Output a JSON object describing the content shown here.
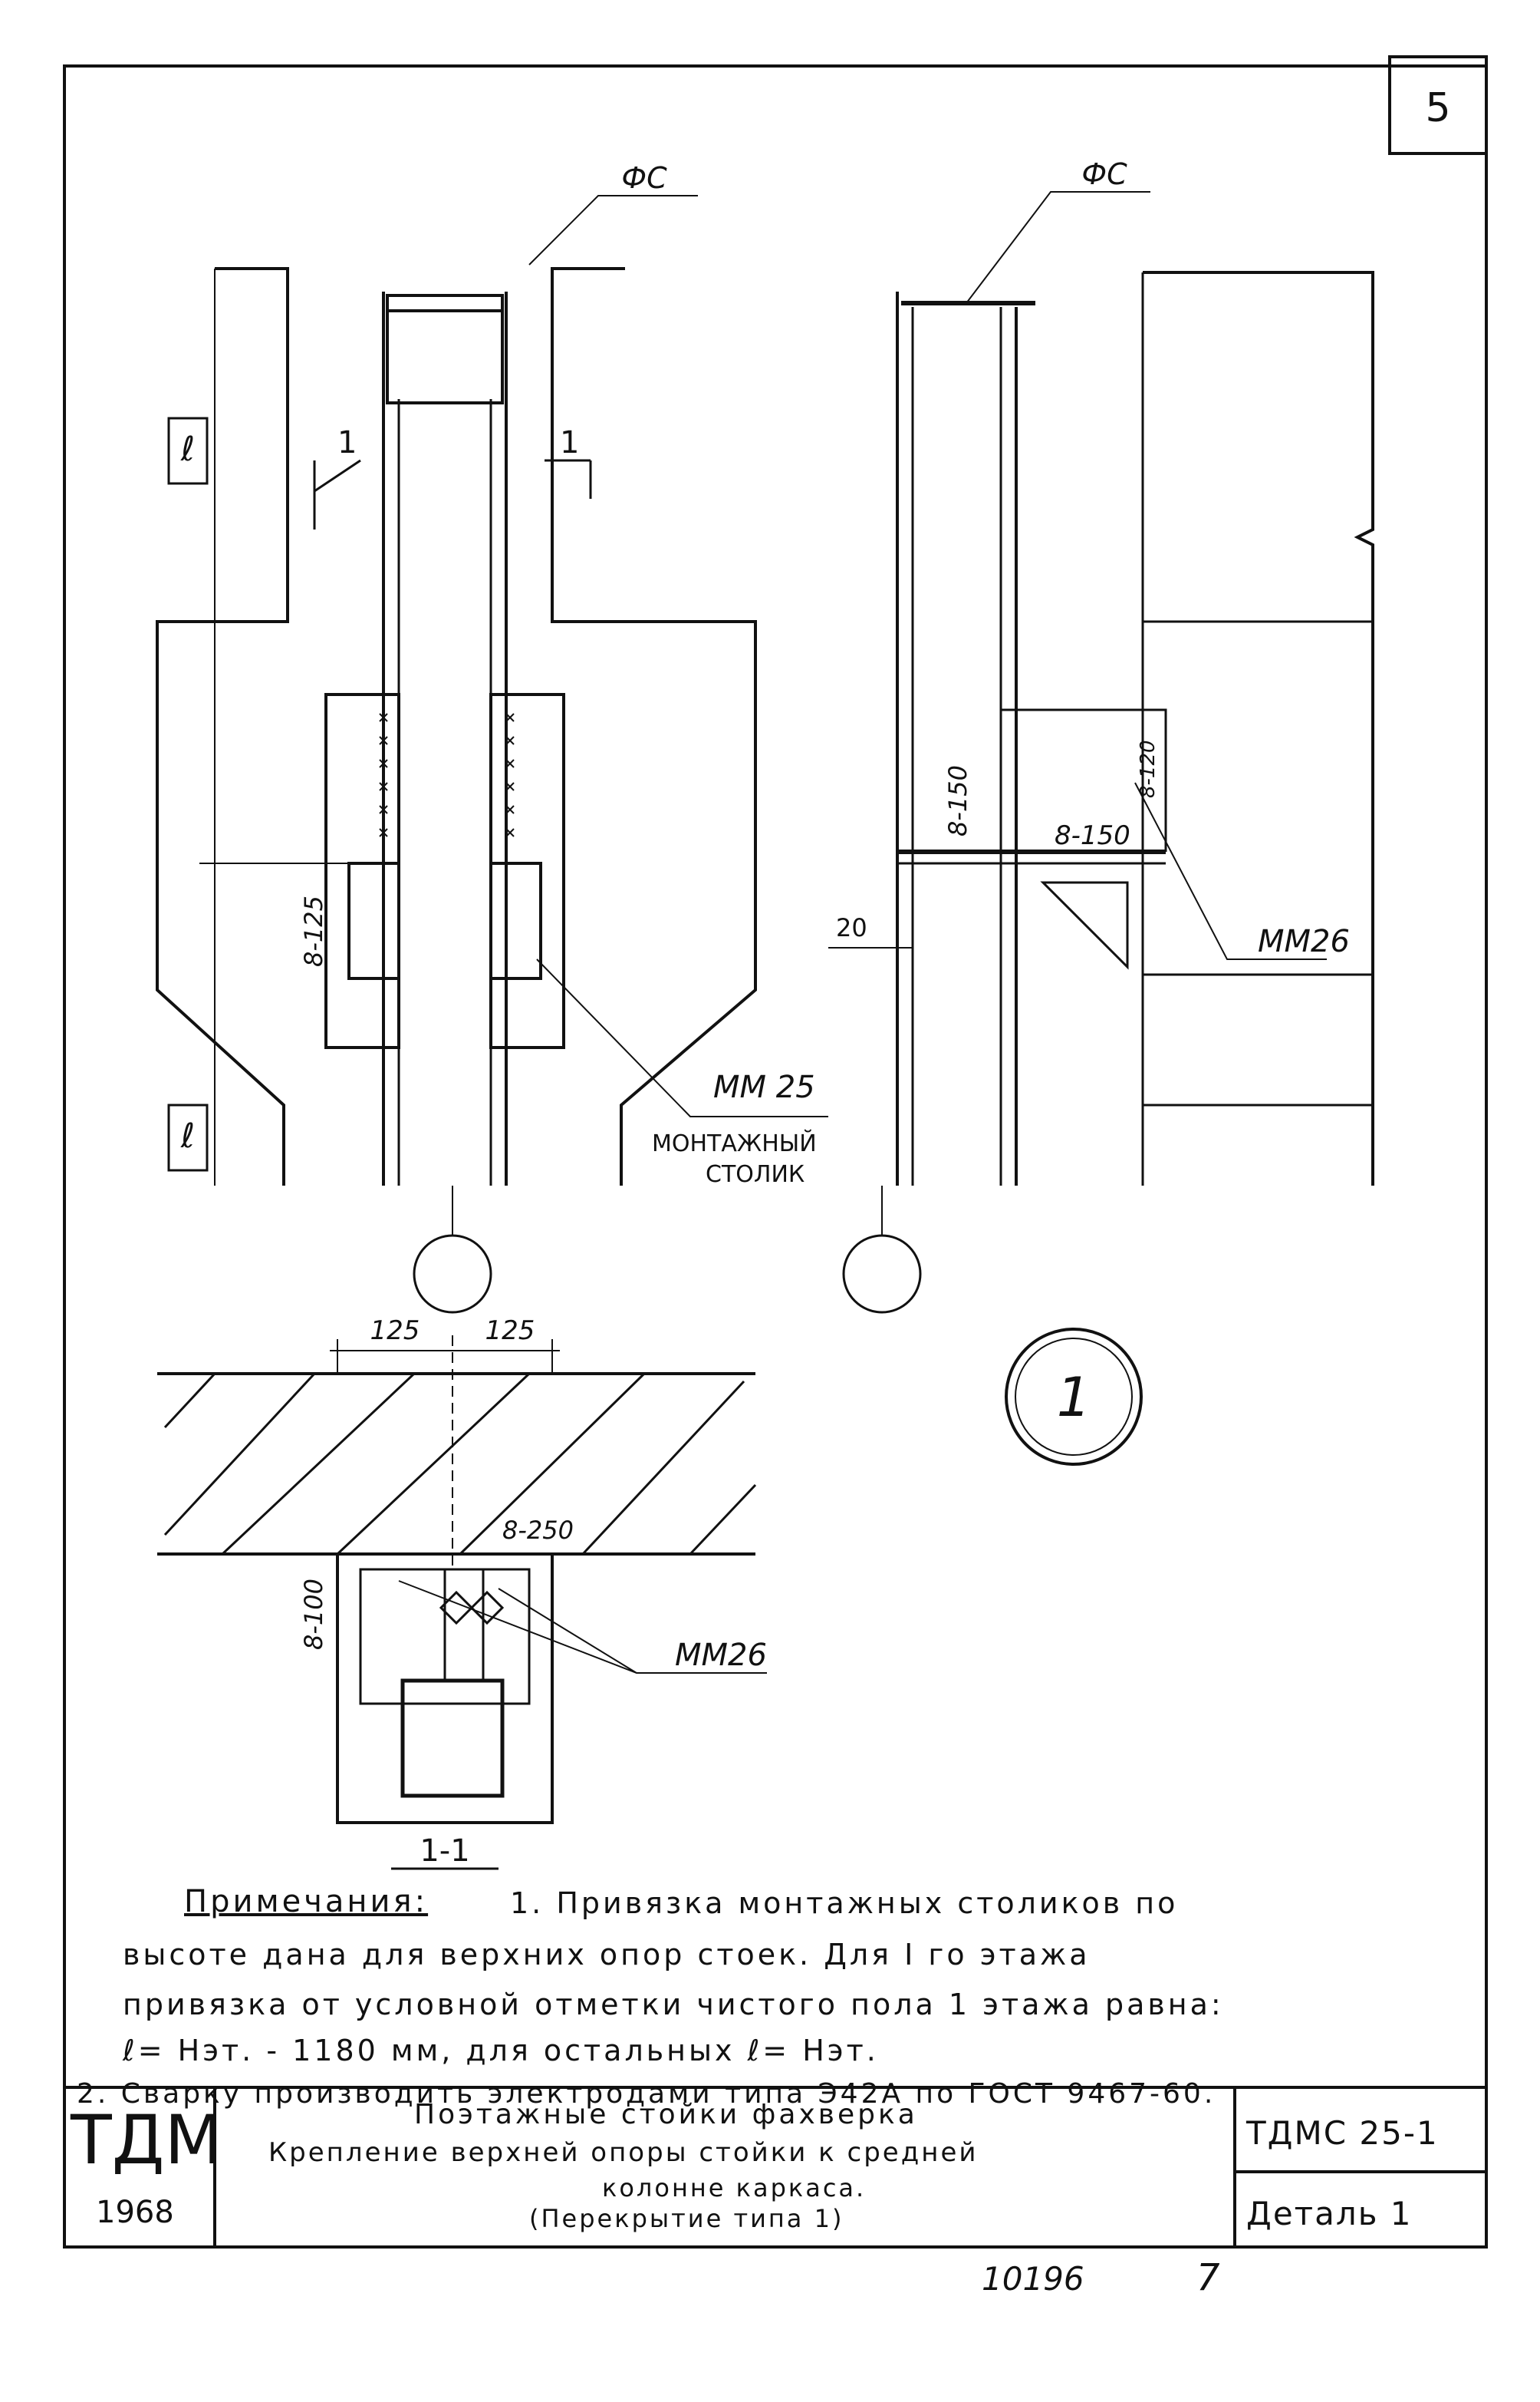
{
  "sheet_number": "5",
  "drawing": {
    "labels": {
      "fs_left": "ФС",
      "fs_right": "ФС",
      "section_mark_left": "1",
      "section_mark_right": "1",
      "dim_l_top": "ℓ",
      "dim_l_bottom": "ℓ",
      "weld_8_125": "8-125",
      "mm25": "ММ 25",
      "table_label_1": "МОНТАЖНЫЙ",
      "table_label_2": "СТОЛИК",
      "weld_8_150_a": "8-150",
      "weld_8_150_b": "8-150",
      "weld_8_120": "8-120",
      "mm26_right": "ММ26",
      "dim_20": "20",
      "dim_125_a": "125",
      "dim_125_b": "125",
      "weld_8_250": "8-250",
      "weld_8_100": "8-100",
      "mm26_bottom": "ММ26",
      "section_title": "1-1",
      "detail_number": "1"
    }
  },
  "notes": {
    "heading": "Примечания:",
    "line1": "1. Привязка монтажных столиков по",
    "line2": "высоте дана для верхних опор стоек. Для I го этажа",
    "line3": "привязка от условной отметки чистого пола 1 этажа равна:",
    "line4": "ℓ= Нэт. - 1180 мм, для остальных ℓ= Нэт.",
    "line5": "2. Сварку производить электродами типа Э42А по ГОСТ 9467-60."
  },
  "title_block": {
    "org": "ТДМ",
    "year": "1968",
    "title_line1": "Поэтажные стойки фахверка",
    "title_line2": "Крепление верхней опоры стойки к средней",
    "title_line3": "колонне каркаса.",
    "title_line4": "(Перекрытие типа 1)",
    "series": "ТДМС 25-1",
    "detail": "Деталь 1"
  },
  "footer": {
    "archive_number": "10196",
    "page_number": "7"
  }
}
